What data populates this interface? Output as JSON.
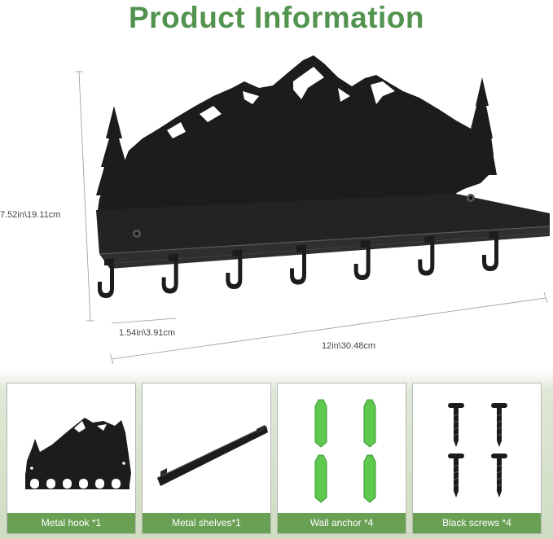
{
  "header": {
    "title": "Product Information"
  },
  "dimensions": {
    "height": "7.52in\\19.11cm",
    "hook_spacing": "1.54in\\3.91cm",
    "width": "12in\\30.48cm"
  },
  "accessories": [
    {
      "label": "Metal hook *1"
    },
    {
      "label": "Metal shelves*1"
    },
    {
      "label": "Wall anchor *4"
    },
    {
      "label": "Black screws *4"
    }
  ],
  "colors": {
    "title_green": "#52934f",
    "caption_green": "#69a054",
    "anchor_green": "#5ec84f",
    "metal_black": "#1c1c1c"
  }
}
